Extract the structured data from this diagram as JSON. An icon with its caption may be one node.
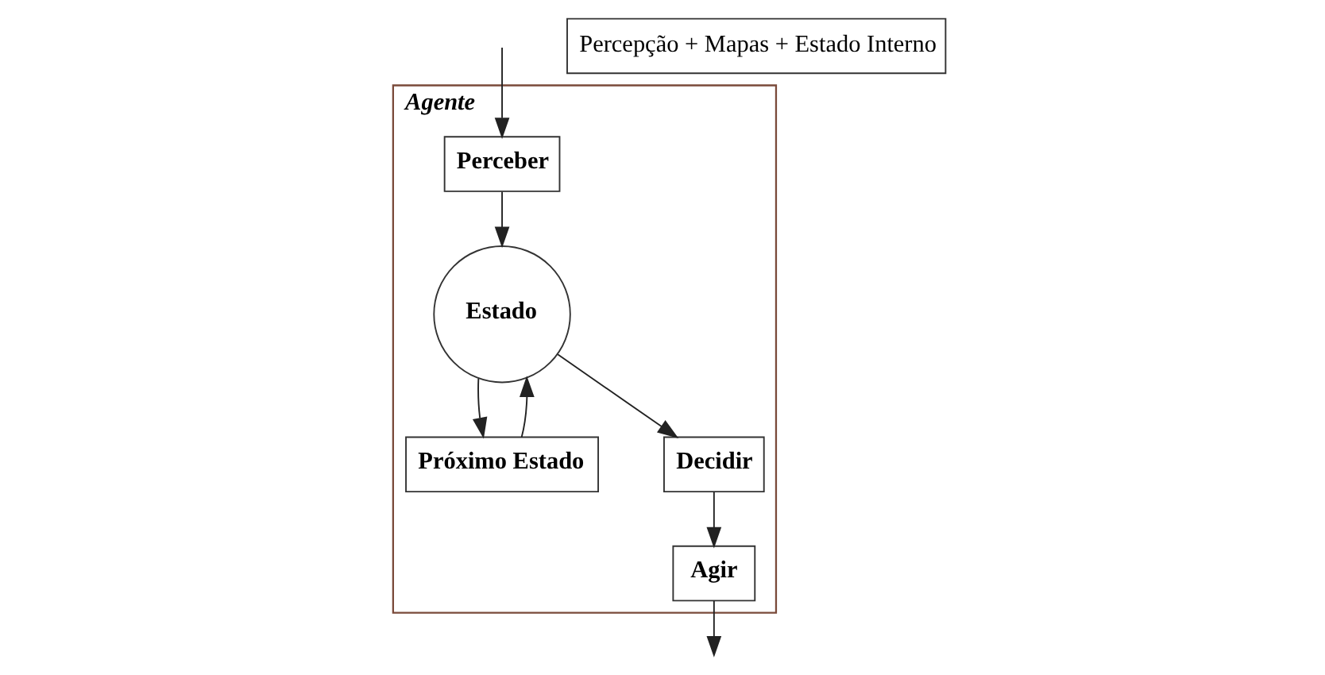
{
  "diagram": {
    "nodes": [
      {
        "text": [
          "Agente"
        ]
      },
      {
        "text": [
          "Perceber"
        ],
        "in": 0
      },
      {
        "text": [
          "Agir"
        ],
        "in": 0
      },
      {
        "text": [
          "Decidir"
        ],
        "in": 0
      },
      {
        "text": [
          "Próximo Estado"
        ],
        "in": 0
      },
      {
        "text": [
          "Estado"
        ],
        "in": 0
      },
      {
        "text": [
          "Percepção + Mapas + Estado Interno"
        ]
      }
    ],
    "edges": [
      {
        "from": null,
        "to": 1,
        "arrow": "to"
      },
      {
        "from": 2,
        "to": null,
        "arrow": "to"
      },
      {
        "from": 1,
        "to": 5,
        "arrow": "to"
      },
      {
        "from": 5,
        "to": 3,
        "arrow": "to"
      },
      {
        "from": 3,
        "to": 2,
        "arrow": "to"
      },
      {
        "from": 4,
        "to": 5,
        "arrow": "to"
      },
      {
        "from": 5,
        "to": 4,
        "arrow": "to"
      }
    ]
  }
}
